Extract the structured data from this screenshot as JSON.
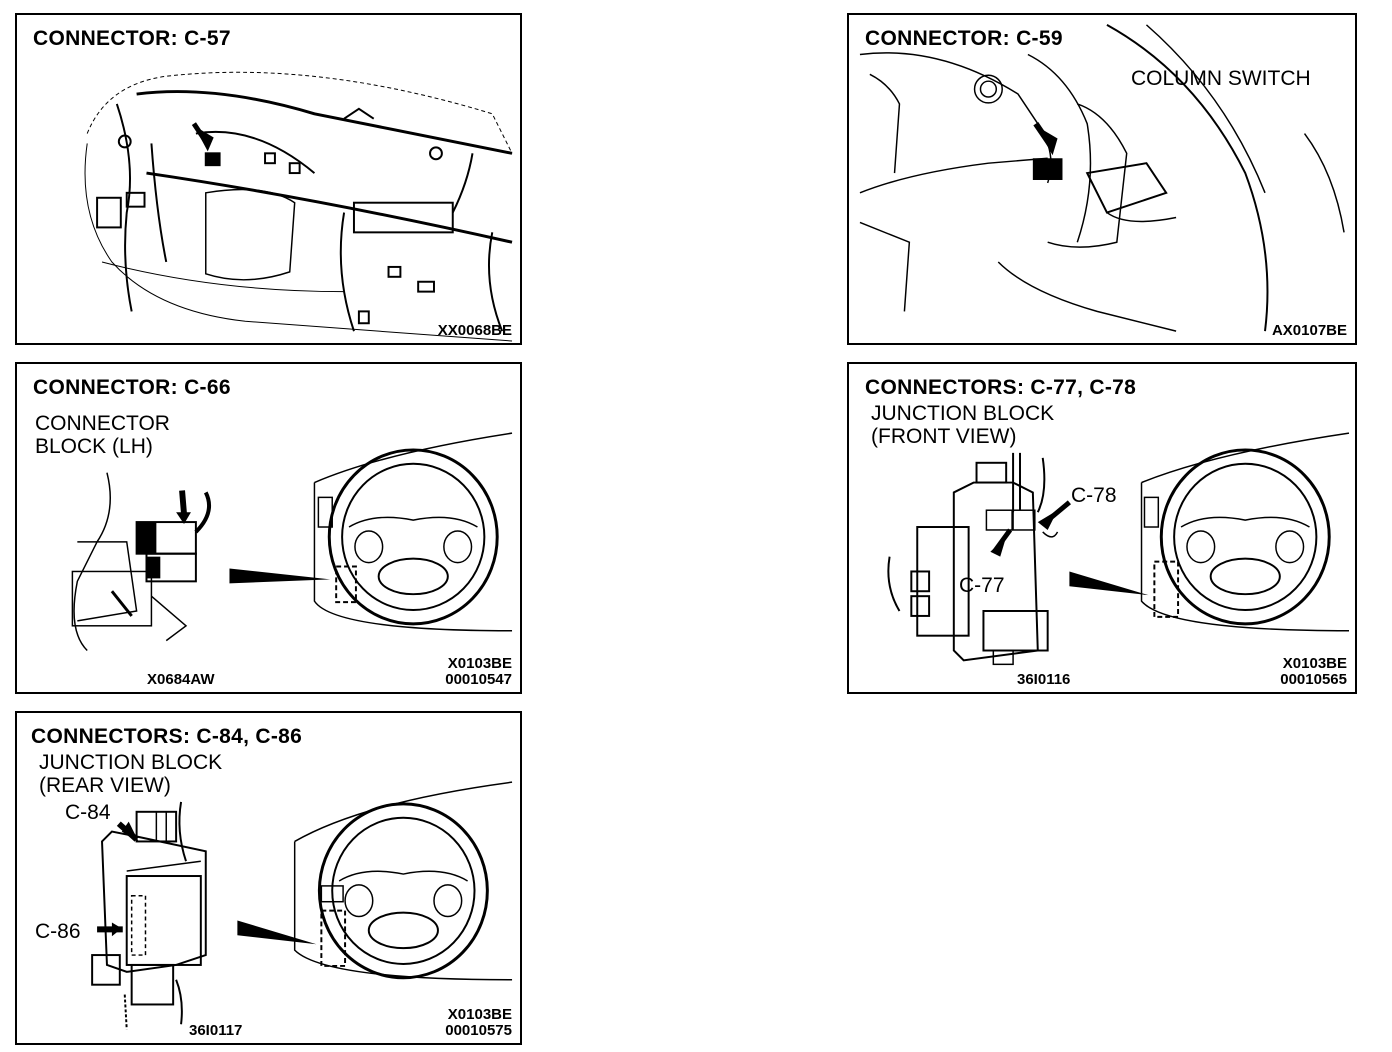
{
  "panels": {
    "c57": {
      "title": "CONNECTOR:  C-57",
      "code": "XX0068BE"
    },
    "c59": {
      "title": "CONNECTOR:  C-59",
      "label": "COLUMN SWITCH",
      "code": "AX0107BE"
    },
    "c66": {
      "title": "CONNECTOR:  C-66",
      "label": "CONNECTOR\nBLOCK (LH)",
      "detail_code": "X0684AW",
      "code": "X0103BE\n00010547"
    },
    "c77": {
      "title": "CONNECTORS:  C-77,  C-78",
      "label": "JUNCTION BLOCK\n(FRONT VIEW)",
      "callout_a": "C-78",
      "callout_b": "C-77",
      "detail_code": "36I0116",
      "code": "X0103BE\n00010565"
    },
    "c84": {
      "title": "CONNECTORS:  C-84,  C-86",
      "label": "JUNCTION BLOCK\n(REAR VIEW)",
      "callout_a": "C-84",
      "callout_b": "C-86",
      "detail_code": "36I0117",
      "code": "X0103BE\n00010575"
    }
  }
}
